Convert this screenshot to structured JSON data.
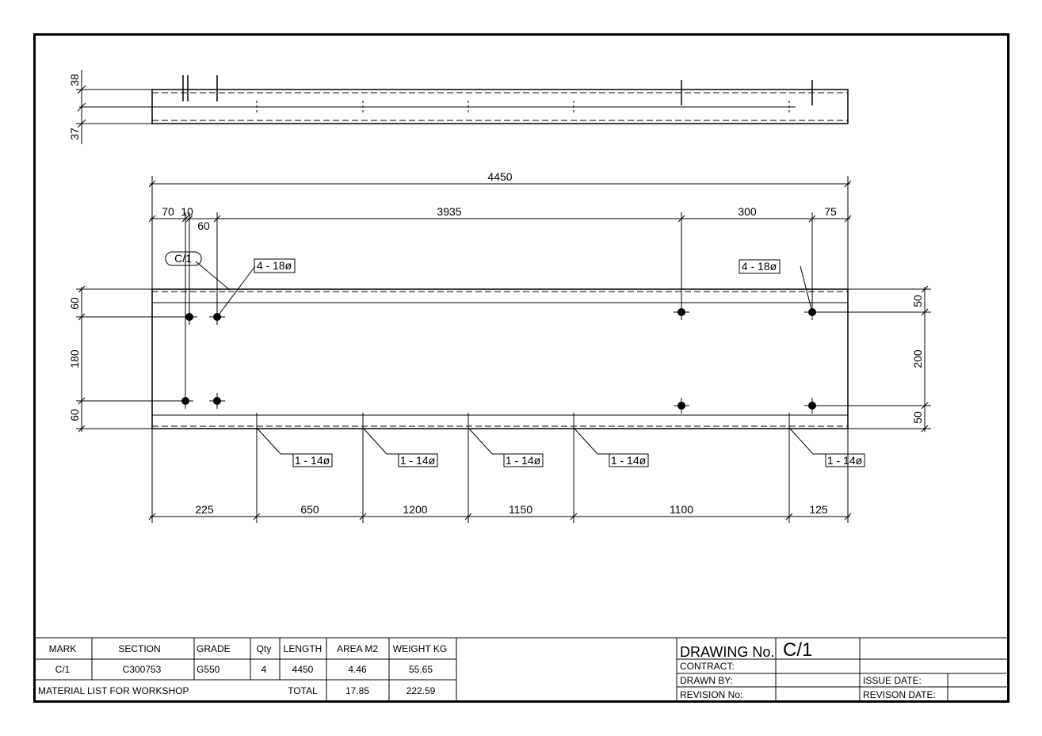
{
  "side_view": {
    "dims": [
      "38",
      "37"
    ]
  },
  "plan_view": {
    "overall_length": "4450",
    "top_dims": [
      "70",
      "10",
      "60",
      "3935",
      "300",
      "75"
    ],
    "left_dims": [
      "60",
      "180",
      "60"
    ],
    "right_dims": [
      "50",
      "200",
      "50"
    ],
    "bottom_dims": [
      "225",
      "650",
      "1200",
      "1150",
      "1100",
      "125"
    ],
    "mark_tag": "C/1",
    "hole_callouts_large": [
      "4 - 18ø",
      "4 - 18ø"
    ],
    "hole_callouts_small": [
      "1 - 14ø",
      "1 - 14ø",
      "1 - 14ø",
      "1 - 14ø",
      "1 - 14ø"
    ]
  },
  "material_list": {
    "headers": [
      "MARK",
      "SECTION",
      "GRADE",
      "Qty",
      "LENGTH",
      "AREA M2",
      "WEIGHT KG"
    ],
    "row": [
      "C/1",
      "C300753",
      "G550",
      "4",
      "4450",
      "4.46",
      "55.65"
    ],
    "footer_label": "MATERIAL LIST FOR WORKSHOP",
    "total_label": "TOTAL",
    "total_area": "17.85",
    "total_weight": "222.59"
  },
  "title_block": {
    "drawing_no_label": "DRAWING No.",
    "drawing_no_value": "C/1",
    "contract_label": "CONTRACT:",
    "drawn_by_label": "DRAWN BY:",
    "revision_label": "REVISION No:",
    "issue_date_label": "ISSUE DATE:",
    "revision_date_label": "REVISON DATE:"
  }
}
